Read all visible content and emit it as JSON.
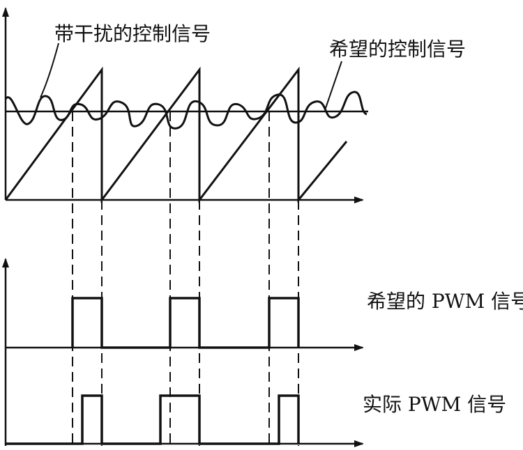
{
  "labels": {
    "noisy_control": "带干扰的控制信号",
    "desired_control": "希望的控制信号",
    "desired_pwm": "希望的 PWM 信号",
    "actual_pwm": "实际 PWM 信号"
  },
  "colors": {
    "ink": "#111111",
    "background": "#ffffff"
  }
}
